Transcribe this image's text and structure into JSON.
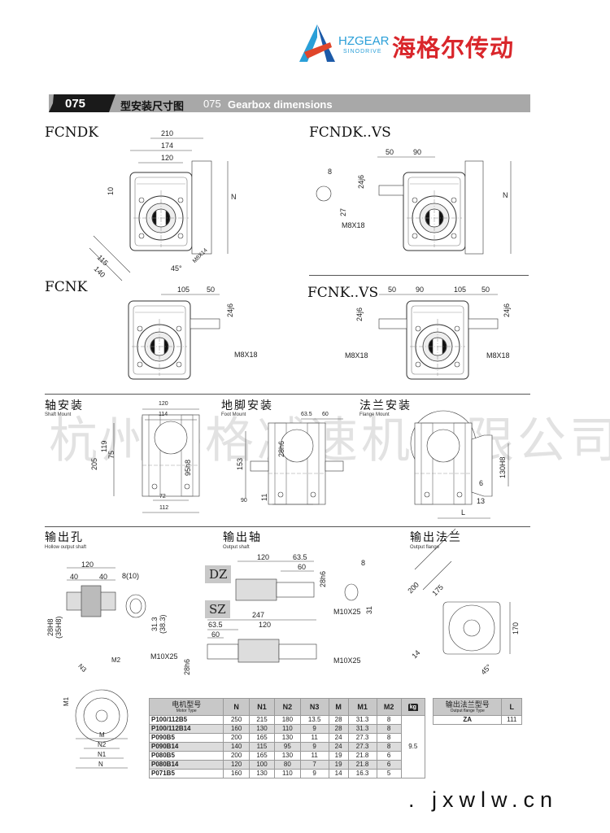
{
  "logo": {
    "brand_en": "HZGEAR",
    "brand_sub": "SINODRIVE",
    "brand_cn": "海格尔传动"
  },
  "header": {
    "model": "075",
    "title_cn": "型安装尺寸图",
    "title_en_num": "075",
    "title_en": "Gearbox dimensions"
  },
  "watermark": "杭州海格减速机有限公司",
  "fcndk": {
    "title": "FCNDK",
    "dims": [
      "210",
      "174",
      "120",
      "10",
      "N",
      "115",
      "140",
      "45°",
      "M8X14"
    ]
  },
  "fcndk_vs": {
    "title": "FCNDK..VS",
    "dims": [
      "50",
      "90",
      "8",
      "24j6",
      "27",
      "M8X18",
      "N"
    ]
  },
  "fcnk": {
    "title": "FCNK",
    "dims": [
      "105",
      "50",
      "24j6",
      "M8X18"
    ]
  },
  "fcnk_vs": {
    "title": "FCNK..VS",
    "dims": [
      "50",
      "90",
      "105",
      "50",
      "24j6",
      "24j6",
      "M8X18",
      "M8X18"
    ]
  },
  "shaft_mount": {
    "title_cn": "轴安装",
    "title_en": "Shaft Mount",
    "dims": [
      "120",
      "114",
      "119",
      "205",
      "75",
      "95h8",
      "72",
      "112"
    ]
  },
  "foot_mount": {
    "title_cn": "地脚安装",
    "title_en": "Foot Mount",
    "dims": [
      "63.5",
      "60",
      "153",
      "28h6",
      "90",
      "11"
    ]
  },
  "flange_mount": {
    "title_cn": "法兰安装",
    "title_en": "Flange Mount",
    "dims": [
      "130H8",
      "6",
      "13",
      "L"
    ]
  },
  "hollow_shaft": {
    "title_cn": "输出孔",
    "title_en": "Hollow output shaft",
    "dims": [
      "120",
      "40",
      "40",
      "8(10)",
      "28H8",
      "(35H8)",
      "31.3",
      "(38.3)"
    ]
  },
  "output_shaft": {
    "title_cn": "输出轴",
    "title_en": "Output shaft",
    "dz": "DZ",
    "sz": "SZ",
    "dims": [
      "120",
      "63.5",
      "60",
      "28h6",
      "8",
      "M10X25",
      "31",
      "247",
      "63.5",
      "120",
      "60",
      "M10X25",
      "M10X25",
      "28h6"
    ]
  },
  "output_flange": {
    "title_cn": "输出法兰",
    "title_en": "Output flange",
    "dims": [
      "200",
      "175",
      "170",
      "14",
      "45°"
    ]
  },
  "motor_flange": {
    "dims": [
      "M2",
      "N3",
      "M1",
      "M",
      "N2",
      "N1",
      "N"
    ]
  },
  "motor_table": {
    "header_cn": "电机型号",
    "header_en": "Motor Type",
    "columns": [
      "N",
      "N1",
      "N2",
      "N3",
      "M",
      "M1",
      "M2"
    ],
    "weight_icon": "kg",
    "weight": "9.5",
    "rows": [
      [
        "P100/112B5",
        "250",
        "215",
        "180",
        "13.5",
        "28",
        "31.3",
        "8"
      ],
      [
        "P100/112B14",
        "160",
        "130",
        "110",
        "9",
        "28",
        "31.3",
        "8"
      ],
      [
        "P090B5",
        "200",
        "165",
        "130",
        "11",
        "24",
        "27.3",
        "8"
      ],
      [
        "P090B14",
        "140",
        "115",
        "95",
        "9",
        "24",
        "27.3",
        "8"
      ],
      [
        "P080B5",
        "200",
        "165",
        "130",
        "11",
        "19",
        "21.8",
        "6"
      ],
      [
        "P080B14",
        "120",
        "100",
        "80",
        "7",
        "19",
        "21.8",
        "6"
      ],
      [
        "P071B5",
        "160",
        "130",
        "110",
        "9",
        "14",
        "16.3",
        "5"
      ]
    ]
  },
  "flange_table": {
    "header_cn": "输出法兰型号",
    "header_en": "Output flange Type",
    "col": "L",
    "rows": [
      [
        "ZA",
        "111"
      ]
    ]
  },
  "footer": {
    "site": ". jxwlw.cn"
  },
  "colors": {
    "brand_red": "#d9262b",
    "brand_blue": "#2a9fd8",
    "header_bar": "#a8a8a8"
  }
}
